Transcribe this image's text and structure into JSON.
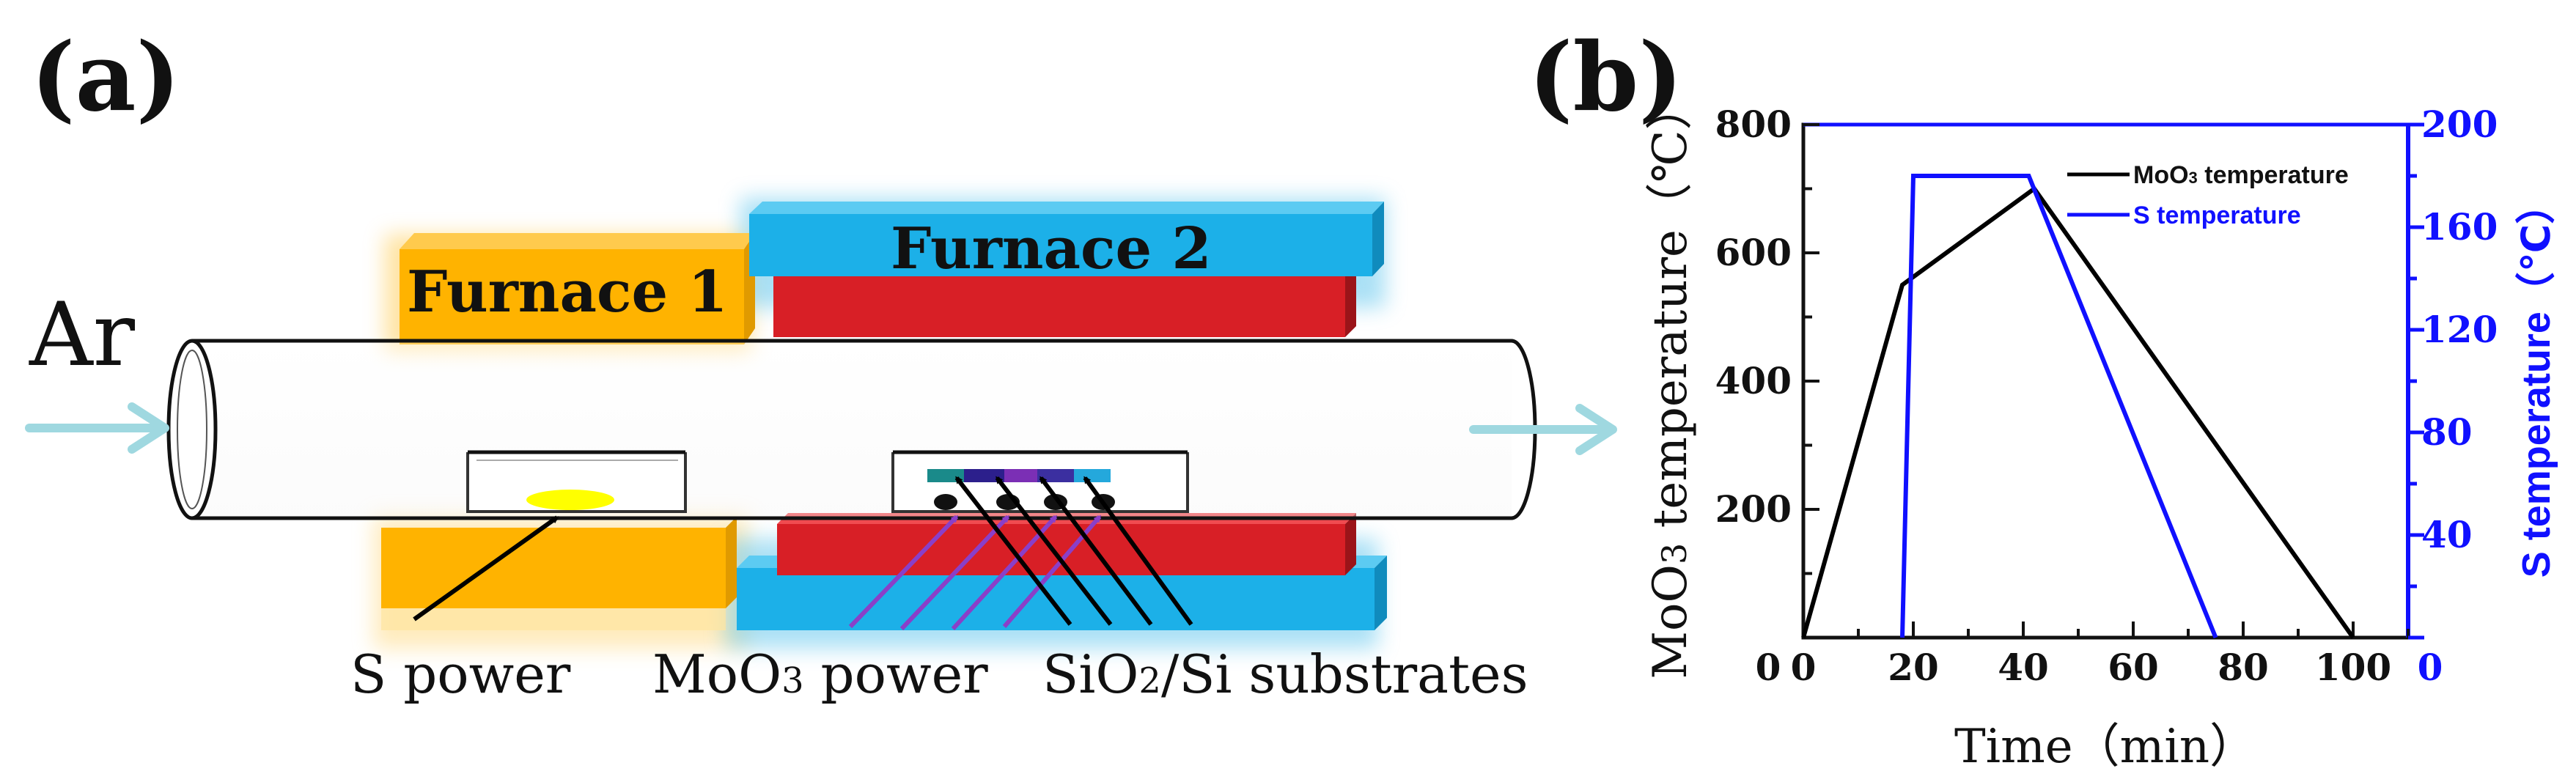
{
  "panel_a": {
    "label": "(a)",
    "gas": "Ar",
    "furnace1": "Furnace 1",
    "furnace2": "Furnace 2",
    "s_label": "S power",
    "moo3_label_main": "MoO",
    "moo3_label_sub": "3",
    "moo3_label_tail": " power",
    "sio2_label_main": "SiO",
    "sio2_label_sub": "2",
    "sio2_label_tail": "/Si substrates",
    "colors": {
      "furnace1": "#ffb300",
      "furnace2_top": "#1cb0e8",
      "heater": "#d81f26",
      "flow_arrow": "#9fd8e0",
      "sulfur": "#ffff00",
      "moo3_arrow": "#8a3fc8"
    }
  },
  "panel_b": {
    "label": "(b)",
    "legend": [
      {
        "name_main": "MoO",
        "name_sub": "3",
        "name_tail": " temperature",
        "color": "#000000"
      },
      {
        "name_main": "S temperature",
        "name_sub": "",
        "name_tail": "",
        "color": "#1010ff"
      }
    ],
    "xlabel": "Time（min）",
    "ylabel_left_main": "MoO",
    "ylabel_left_sub": "3",
    "ylabel_left_tail": " temperature（℃）",
    "ylabel_right": "S temperature（℃）",
    "xticks": [
      "0",
      "20",
      "40",
      "60",
      "80",
      "100"
    ],
    "yticks_left": [
      "200",
      "400",
      "600",
      "800"
    ],
    "yticks_left_zero": "0",
    "yticks_right": [
      "40",
      "80",
      "120",
      "160",
      "200"
    ],
    "yticks_right_zero": "0"
  },
  "chart_data": {
    "type": "line",
    "xlim": [
      0,
      110
    ],
    "ylim_left": [
      0,
      800
    ],
    "ylim_right": [
      0,
      200
    ],
    "grid": false,
    "legend_position": "top-right",
    "series": [
      {
        "name": "MoO3 temperature",
        "axis": "left",
        "color": "#000000",
        "x": [
          0,
          18,
          42,
          100
        ],
        "y": [
          0,
          550,
          700,
          0
        ]
      },
      {
        "name": "S temperature",
        "axis": "right",
        "color": "#1010ff",
        "x": [
          18,
          20,
          41,
          75
        ],
        "y": [
          0,
          180,
          180,
          0
        ]
      }
    ]
  }
}
